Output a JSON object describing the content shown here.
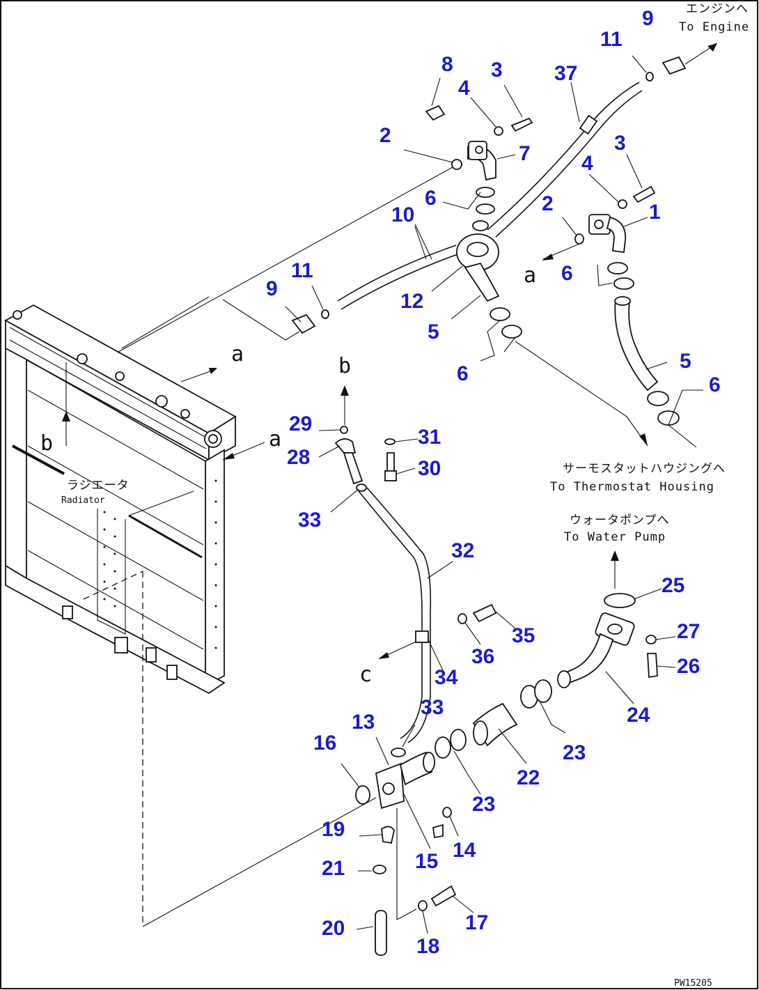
{
  "notes": {
    "to_engine_jp": "エンジンへ",
    "to_engine_en": "To Engine",
    "thermostat_jp": "サーモスタットハウジングへ",
    "thermostat_en": "To Thermostat Housing",
    "water_pump_jp": "ウォータポンプへ",
    "water_pump_en": "To Water Pump",
    "radiator_jp": "ラジエータ",
    "radiator_en": "Radiator",
    "drawing_no": "PW15205"
  },
  "direction_letters": {
    "a_top": "a",
    "a_mid": "a",
    "a_side": "a",
    "b_top": "b",
    "b_side": "b",
    "c": "c"
  },
  "callouts": {
    "c9_top": "9",
    "c11_top": "11",
    "c37": "37",
    "c8": "8",
    "c3_top": "3",
    "c4_top": "4",
    "c2_top": "2",
    "c7": "7",
    "c3_right": "3",
    "c4_right": "4",
    "c6_a": "6",
    "c10": "10",
    "c2_right": "2",
    "c1": "1",
    "c6_b": "6",
    "c11_left": "11",
    "c9_left": "9",
    "c12": "12",
    "c5_left": "5",
    "c6_c": "6",
    "c5_right": "5",
    "c6_d": "6",
    "c29": "29",
    "c31": "31",
    "c28": "28",
    "c30": "30",
    "c33_top": "33",
    "c32": "32",
    "c25": "25",
    "c35": "35",
    "c27": "27",
    "c36": "36",
    "c26": "26",
    "c34": "34",
    "c24": "24",
    "c33_bottom": "33",
    "c13": "13",
    "c16": "16",
    "c23_right": "23",
    "c22": "22",
    "c23_left": "23",
    "c19": "19",
    "c14": "14",
    "c15": "15",
    "c21": "21",
    "c17": "17",
    "c20": "20",
    "c18": "18"
  }
}
